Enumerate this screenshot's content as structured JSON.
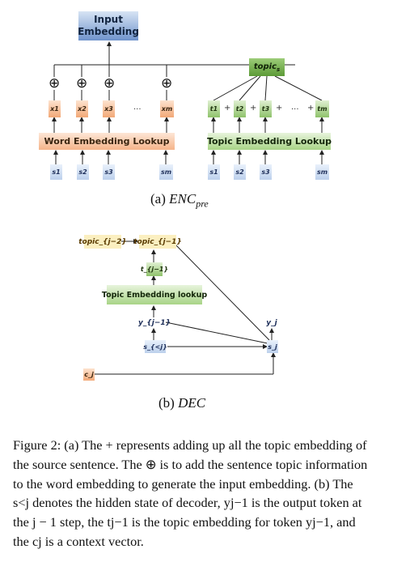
{
  "encoder": {
    "input_embedding": "Input Embedding",
    "topic_s": "topic",
    "topic_s_sub": "s",
    "word_tokens": [
      "x1",
      "x2",
      "x3",
      "xm"
    ],
    "topic_tokens": [
      "t1",
      "t2",
      "t3",
      "tm"
    ],
    "word_lookup_label": "Word Embedding Lookup",
    "topic_lookup_label": "Topic Embedding Lookup",
    "source_tokens_left": [
      "s1",
      "s2",
      "s3",
      "sm"
    ],
    "source_tokens_right": [
      "s1",
      "s2",
      "s3",
      "sm"
    ],
    "ellipsis": "...",
    "plus": "+"
  },
  "decoder": {
    "topic_j2": "topic_{j−2}",
    "topic_j1": "topic_{j−1}",
    "t_j1": "t_{j−1}",
    "topic_lookup_label": "Topic Embedding lookup",
    "y_j1": "y_{j−1}",
    "s_lt_j": "s_{<j}",
    "y_j": "y_j",
    "s_j": "s_j",
    "c_j": "c_j"
  },
  "subcaptions": {
    "a_prefix": "(a) ",
    "a_math": "ENC",
    "a_sub": "pre",
    "b_prefix": "(b) ",
    "b_math": "DEC"
  },
  "caption": {
    "text": "Figure 2: (a) The + represents adding up all the topic embedding of the source sentence. The ⊕ is to add the sentence topic information to the word embedding to generate the input embedding. (b) The s<j denotes the hidden state of decoder, yj−1 is the output token at the j − 1 step, the tj−1 is the topic embedding for token yj−1, and the cj is a context vector."
  }
}
